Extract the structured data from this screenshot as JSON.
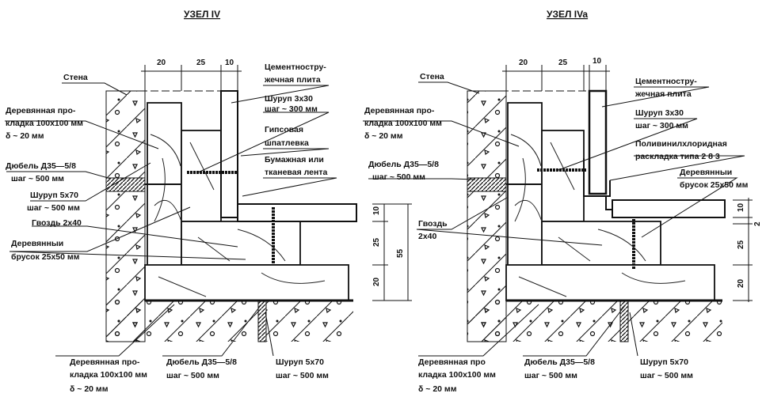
{
  "left": {
    "title": "УЗЕЛ IV",
    "dims_top": [
      "20",
      "25",
      "10"
    ],
    "dims_right": [
      "10",
      "25",
      "20"
    ],
    "dim_total": "55",
    "labels": {
      "wall": "Стена",
      "pad1": "Деревянная про-",
      "pad2": "кладка 100x100 мм",
      "pad3": "δ ~ 20 мм",
      "dowel1": "Дюбель Д35—5/8",
      "dowel2": "шаг ~ 500 мм",
      "screw1": "Шуруп 5x70",
      "screw2": "шаг ~ 500 мм",
      "nail": "Гвоздь 2x40",
      "bar1": "Деревянныи",
      "bar2": "брусок 25x50 мм",
      "board1": "Цементностру-",
      "board2": "жечная плита",
      "screwsm1": "Шуруп 3x30",
      "screwsm2": "шаг ~ 300 мм",
      "putty1": "Гипсовая",
      "putty2": "шпатлевка",
      "tape1": "Бумажная или",
      "tape2": "тканевая лента"
    },
    "bottom": {
      "pad1": "Деревянная про-",
      "pad2": "кладка 100x100 мм",
      "pad3": "δ ~ 20 мм",
      "dowel1": "Дюбель Д35—5/8",
      "dowel2": "шаг ~ 500 мм",
      "screw1": "Шуруп 5x70",
      "screw2": "шаг ~ 500 мм"
    }
  },
  "right": {
    "title": "УЗЕЛ IVa",
    "dims_top": [
      "20",
      "25",
      "10"
    ],
    "dims_right": [
      "10",
      "2",
      "25",
      "20"
    ],
    "labels": {
      "wall": "Стена",
      "pad1": "Деревянная про-",
      "pad2": "кладка 100x100 мм",
      "pad3": "δ ~ 20 мм",
      "dowel1": "Дюбель Д35—5/8",
      "dowel2": "шаг ~ 500 мм",
      "nail1": "Гвоздь",
      "nail2": "2x40",
      "board1": "Цементностру-",
      "board2": "жечная плита",
      "screwsm1": "Шуруп 3x30",
      "screwsm2": "шаг ~ 300 мм",
      "pvc1": "Поливинилхлоридная",
      "pvc2": "раскладка типа 2 8 3",
      "bar1": "Деревянныи",
      "bar2": "брусок 25x50 мм"
    },
    "bottom": {
      "pad1": "Деревянная про",
      "pad2": "кладка 100x100 мм",
      "pad3": "δ ~ 20 мм",
      "dowel1": "Дюбель Д35—5/8",
      "dowel2": "шаг ~ 500 мм",
      "screw1": "Шуруп 5x70",
      "screw2": "шаг ~ 500 мм"
    }
  }
}
